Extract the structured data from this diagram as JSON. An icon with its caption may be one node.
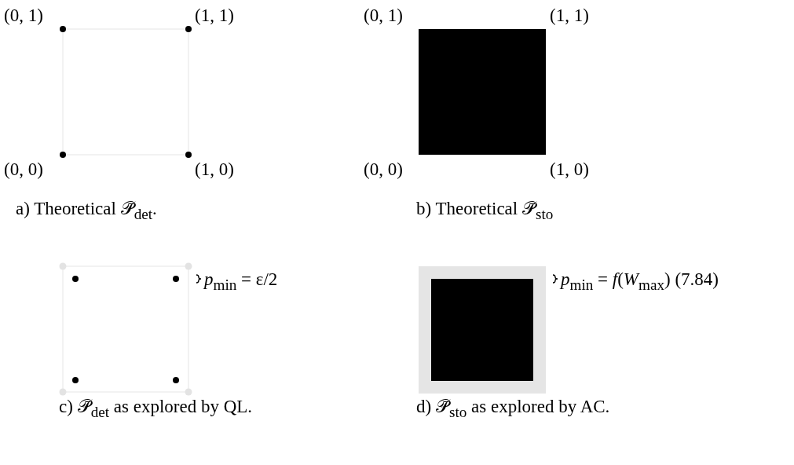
{
  "diagram": {
    "labels": [
      "(0, 1)",
      "(1, 1)",
      "(0, 1)",
      "(1, 1)",
      "(0, 0)",
      "(1, 0)",
      "(0, 0)",
      "(1, 0)",
      "a) Theoretical 𝒫̄$_{det}$.",
      "b) Theoretical 𝒫̄$_{sto}$",
      "*p*$_{min}$ = ε/2",
      "*p*$_{min}$ = *f*(*W*$_{max}$) (7.84)",
      "c) 𝒫̄$_{det}$ as explored by QL.",
      "d) 𝒫̄$_{sto}$ as explored by AC."
    ]
  }
}
